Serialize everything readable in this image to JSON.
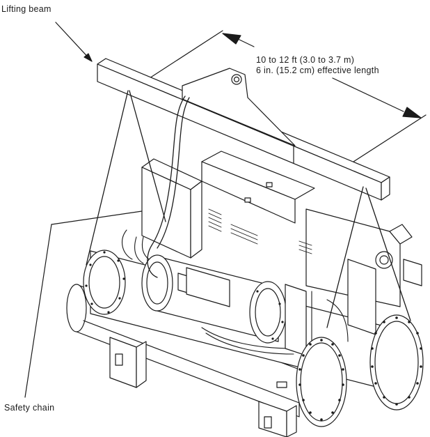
{
  "labels": {
    "lifting_beam": "Lifting beam",
    "dimension_line_1": "10 to 12 ft (3.0 to 3.7 m)",
    "dimension_line_2": "6 in. (15.2 cm) effective length",
    "safety_chain": "Safety chain"
  }
}
